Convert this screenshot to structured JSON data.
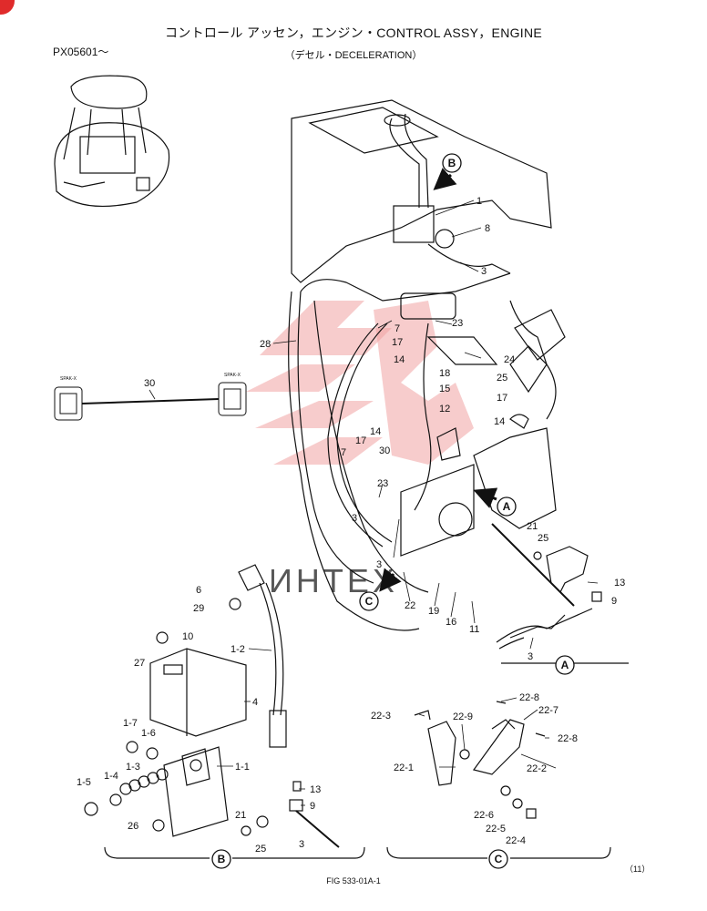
{
  "title": "コントロール アッセン，エンジン・CONTROL ASSY，ENGINE",
  "subtitle": "（デセル・DECELERATION）",
  "serial": "PX05601〜",
  "figure_code": "FIG 533-01A-1",
  "page_number": "（11）",
  "watermark": "ИНТЕХ",
  "accent_color": "#e02b2b",
  "connector_labels": {
    "left": "SPAK-X",
    "right": "SPAK-X"
  },
  "view_markers": {
    "a": "A",
    "b": "B",
    "c": "C"
  },
  "parts": {
    "p1": "1",
    "p1_1": "1-1",
    "p1_2": "1-2",
    "p1_3": "1-3",
    "p1_4": "1-4",
    "p1_5": "1-5",
    "p1_6": "1-6",
    "p1_7": "1-7",
    "p3": "3",
    "p4": "4",
    "p6": "6",
    "p7": "7",
    "p8": "8",
    "p9": "9",
    "p10": "10",
    "p11": "11",
    "p12": "12",
    "p13": "13",
    "p14": "14",
    "p15": "15",
    "p16": "16",
    "p17": "17",
    "p18": "18",
    "p19": "19",
    "p21": "21",
    "p22": "22",
    "p22_1": "22-1",
    "p22_2": "22-2",
    "p22_3": "22-3",
    "p22_4": "22-4",
    "p22_5": "22-5",
    "p22_6": "22-6",
    "p22_7": "22-7",
    "p22_8": "22-8",
    "p22_9": "22-9",
    "p23": "23",
    "p24": "24",
    "p25": "25",
    "p26": "26",
    "p27": "27",
    "p28": "28",
    "p29": "29",
    "p30": "30"
  }
}
